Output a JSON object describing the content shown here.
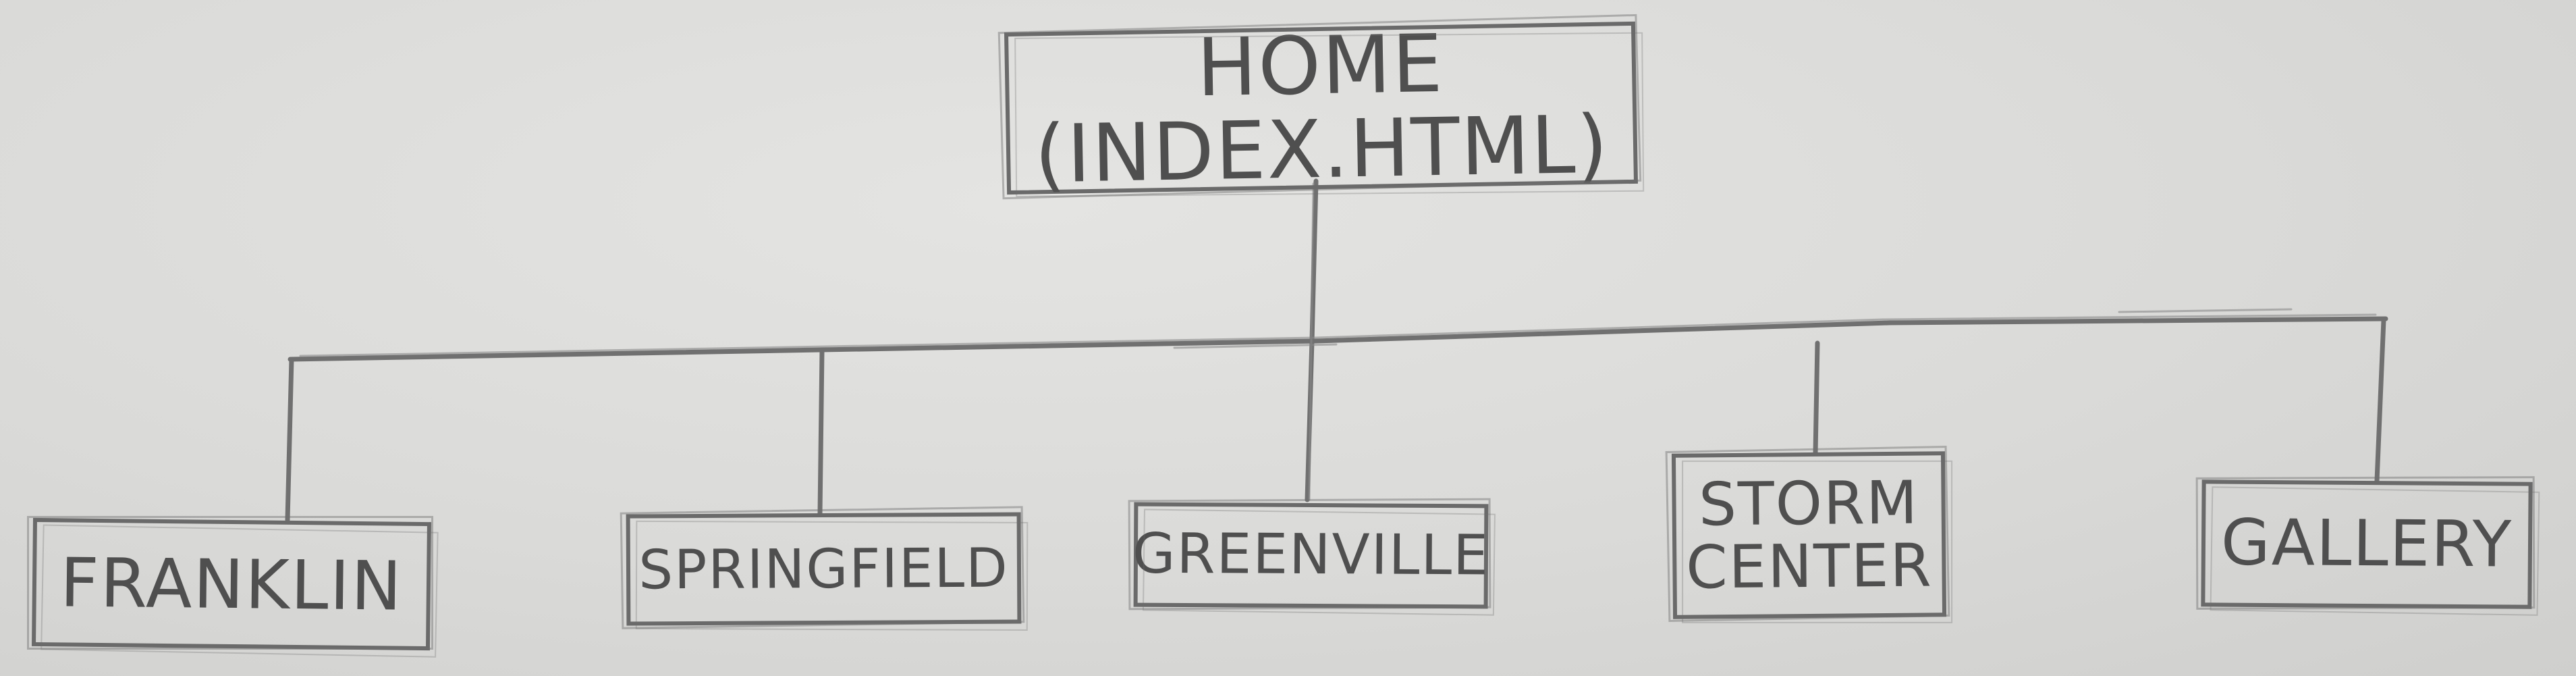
{
  "diagram": {
    "nodes": {
      "home": "HOME (INDEX.HTML)",
      "franklin": "FRANKLIN",
      "springfield": "SPRINGFIELD",
      "greenville": "GREENVILLE",
      "storm_center": "STORM\nCENTER",
      "gallery": "GALLERY"
    },
    "edges": [
      {
        "from": "home",
        "to": "franklin"
      },
      {
        "from": "home",
        "to": "springfield"
      },
      {
        "from": "home",
        "to": "greenville"
      },
      {
        "from": "home",
        "to": "storm_center"
      },
      {
        "from": "home",
        "to": "gallery"
      }
    ],
    "colors": {
      "paper": "#dadad8",
      "pencil": "#6a6a6a"
    }
  }
}
